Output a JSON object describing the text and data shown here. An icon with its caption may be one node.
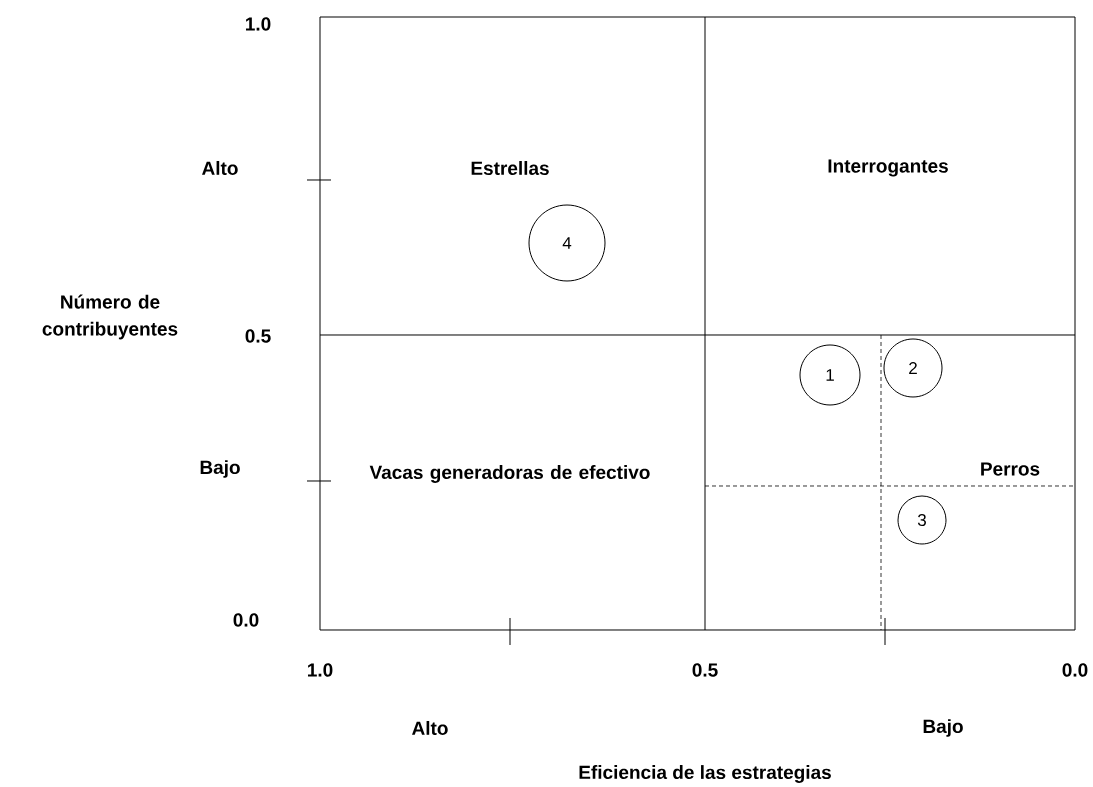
{
  "diagram": {
    "nodes": [
      {
        "text": [
          "4"
        ]
      },
      {
        "text": [
          "1"
        ]
      },
      {
        "text": [
          "2"
        ]
      },
      {
        "text": [
          "3"
        ]
      }
    ],
    "labels": [
      "1.0",
      "Alto",
      "Estrellas",
      "Interrogantes",
      "Número de contribuyentes",
      "0.5",
      "Bajo",
      "Vacas generadoras de efectivo",
      "Perros",
      "0.0",
      "1.0",
      "0.5",
      "0.0",
      "Alto",
      "Bajo",
      "Eficiencia de las estrategias"
    ]
  }
}
